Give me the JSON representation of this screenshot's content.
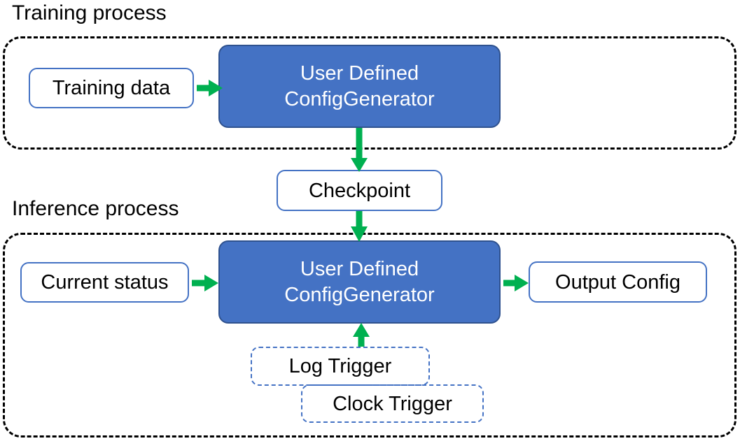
{
  "diagram": {
    "title_training": "Training process",
    "title_inference": "Inference process",
    "colors": {
      "primary_fill": "#4472C4",
      "primary_stroke": "#2F528F",
      "plain_stroke": "#4472C4",
      "container_stroke": "#000000",
      "arrow": "#00B050",
      "text_dark": "#000000",
      "text_light": "#FFFFFF",
      "background": "#FFFFFF"
    }
  },
  "training": {
    "label": "Training process",
    "nodes": {
      "training_data": "Training data",
      "generator_line1": "User Defined",
      "generator_line2": "ConfigGenerator"
    }
  },
  "bridge": {
    "checkpoint": "Checkpoint"
  },
  "inference": {
    "label": "Inference process",
    "nodes": {
      "current_status": "Current status",
      "generator_line1": "User Defined",
      "generator_line2": "ConfigGenerator",
      "output_config": "Output Config",
      "log_trigger": "Log Trigger",
      "clock_trigger": "Clock Trigger"
    }
  },
  "arrows": [
    {
      "name": "training-data-to-generator",
      "from": "Training data",
      "to": "User Defined ConfigGenerator (training)",
      "direction": "right"
    },
    {
      "name": "generator-to-checkpoint",
      "from": "User Defined ConfigGenerator (training)",
      "to": "Checkpoint",
      "direction": "down"
    },
    {
      "name": "checkpoint-to-generator",
      "from": "Checkpoint",
      "to": "User Defined ConfigGenerator (inference)",
      "direction": "down"
    },
    {
      "name": "current-status-to-generator",
      "from": "Current status",
      "to": "User Defined ConfigGenerator (inference)",
      "direction": "right"
    },
    {
      "name": "generator-to-output-config",
      "from": "User Defined ConfigGenerator (inference)",
      "to": "Output Config",
      "direction": "right"
    },
    {
      "name": "triggers-to-generator",
      "from": "Log Trigger / Clock Trigger",
      "to": "User Defined ConfigGenerator (inference)",
      "direction": "up"
    }
  ]
}
